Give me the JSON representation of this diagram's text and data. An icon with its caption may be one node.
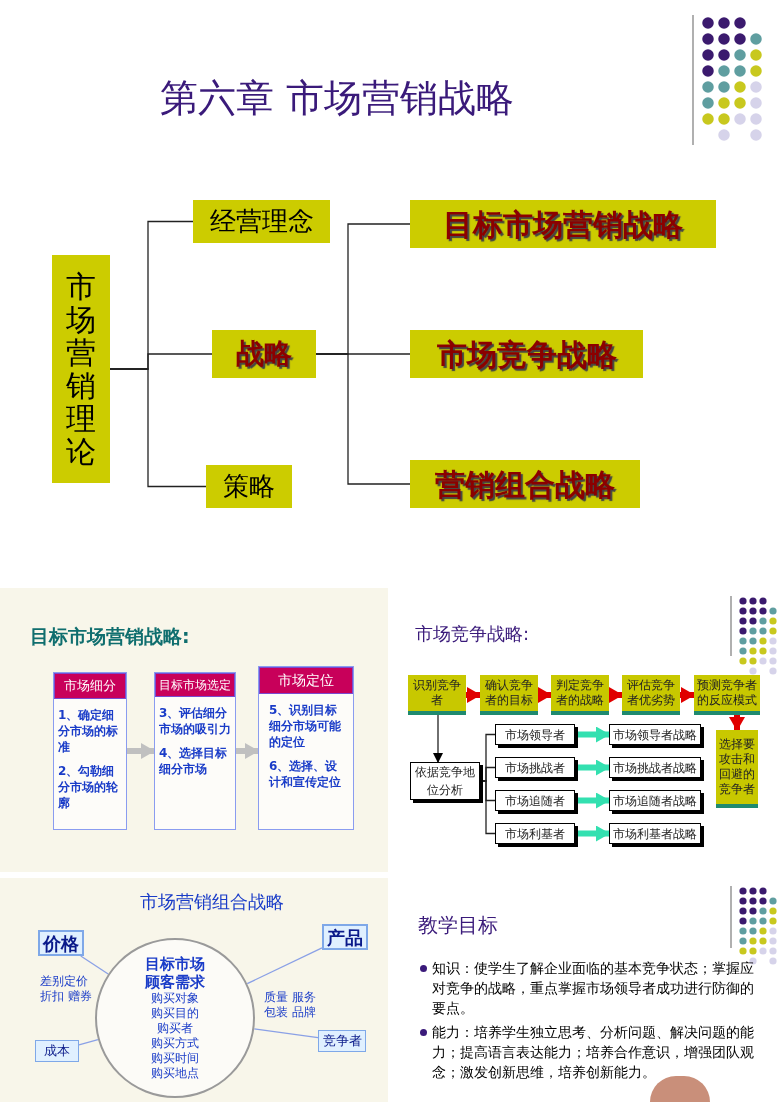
{
  "diagram": {
    "title": "第六章 市场营销战略",
    "nodes": [
      {
        "text": [
          "市场营销理论"
        ]
      },
      {
        "text": [
          "经营理念"
        ]
      },
      {
        "text": [
          "战略"
        ]
      },
      {
        "text": [
          "策略"
        ]
      },
      {
        "text": [
          "目标市场营销战略"
        ]
      },
      {
        "text": [
          "市场竞争战略"
        ]
      },
      {
        "text": [
          "营销组合战略"
        ]
      },
      {
        "text": [
          "市场细分",
          "1、确定细分市场的标准",
          "2、勾勒细分市场的轮廓"
        ]
      },
      {
        "text": [
          "目标市场选定",
          "3、评估细分市场的吸引力",
          "4、选择目标细分市场"
        ]
      },
      {
        "text": [
          "市场定位",
          "5、识别目标细分市场可能的定位",
          "6、选择、设计和宣传定位"
        ]
      },
      {
        "text": [
          "识别竞争者"
        ]
      },
      {
        "text": [
          "确认竞争者的目标"
        ]
      },
      {
        "text": [
          "判定竞争者的战略"
        ]
      },
      {
        "text": [
          "评估竞争者优劣势"
        ]
      },
      {
        "text": [
          "预测竞争者的反应模式"
        ]
      },
      {
        "text": [
          "选择要攻击和回避的竞争者"
        ]
      },
      {
        "text": [
          "依据竞争地位分析"
        ]
      },
      {
        "text": [
          "市场领导者"
        ]
      },
      {
        "text": [
          "市场挑战者"
        ]
      },
      {
        "text": [
          "市场追随者"
        ]
      },
      {
        "text": [
          "市场利基者"
        ]
      },
      {
        "text": [
          "市场领导者战略"
        ]
      },
      {
        "text": [
          "市场挑战者战略"
        ]
      },
      {
        "text": [
          "市场追随者战略"
        ]
      },
      {
        "text": [
          "市场利基者战略"
        ]
      },
      {
        "text": [
          "目标市场顾客需求",
          "购买对象",
          "购买目的",
          "购买者",
          "购买方式",
          "购买时间",
          "购买地点"
        ]
      },
      {
        "text": [
          "价格"
        ]
      },
      {
        "text": [
          "产品"
        ]
      },
      {
        "text": [
          "成本"
        ]
      },
      {
        "text": [
          "竞争者"
        ]
      }
    ],
    "edges": [
      {
        "from": 0,
        "to": 1,
        "arrow": "none"
      },
      {
        "from": 0,
        "to": 2,
        "arrow": "none"
      },
      {
        "from": 0,
        "to": 3,
        "arrow": "none"
      },
      {
        "from": 2,
        "to": 4,
        "arrow": "none"
      },
      {
        "from": 2,
        "to": 5,
        "arrow": "none"
      },
      {
        "from": 2,
        "to": 6,
        "arrow": "none"
      },
      {
        "from": 7,
        "to": 8,
        "arrow": "to",
        "style": "thick",
        "color": "#c0c0c0"
      },
      {
        "from": 8,
        "to": 9,
        "arrow": "to",
        "style": "thick",
        "color": "#c0c0c0"
      },
      {
        "from": 10,
        "to": 11,
        "arrow": "to",
        "style": "thick",
        "color": "#e00000"
      },
      {
        "from": 11,
        "to": 12,
        "arrow": "to",
        "style": "thick",
        "color": "#e00000"
      },
      {
        "from": 12,
        "to": 13,
        "arrow": "to",
        "style": "thick",
        "color": "#e00000"
      },
      {
        "from": 13,
        "to": 14,
        "arrow": "to",
        "style": "thick",
        "color": "#e00000"
      },
      {
        "from": 14,
        "to": 15,
        "arrow": "to",
        "style": "thick",
        "color": "#e00000"
      },
      {
        "from": 10,
        "to": 16,
        "arrow": "to"
      },
      {
        "from": 16,
        "to": 17,
        "arrow": "none"
      },
      {
        "from": 16,
        "to": 18,
        "arrow": "none"
      },
      {
        "from": 16,
        "to": 19,
        "arrow": "none"
      },
      {
        "from": 16,
        "to": 20,
        "arrow": "none"
      },
      {
        "from": 17,
        "to": 21,
        "arrow": "to",
        "style": "thick",
        "color": "#33e0b0"
      },
      {
        "from": 18,
        "to": 22,
        "arrow": "to",
        "style": "thick",
        "color": "#33e0b0"
      },
      {
        "from": 19,
        "to": 23,
        "arrow": "to",
        "style": "thick",
        "color": "#33e0b0"
      },
      {
        "from": 20,
        "to": 24,
        "arrow": "to",
        "style": "thick",
        "color": "#33e0b0"
      },
      {
        "from": 26,
        "to": 25,
        "arrow": "none",
        "color": "#8aa0e6"
      },
      {
        "from": 27,
        "to": 25,
        "arrow": "none",
        "color": "#8aa0e6"
      },
      {
        "from": 28,
        "to": 25,
        "arrow": "none",
        "color": "#8aa0e6"
      },
      {
        "from": 29,
        "to": 25,
        "arrow": "none",
        "color": "#8aa0e6"
      }
    ],
    "labels": [
      "目标市场营销战略:",
      "市场竞争战略:",
      "市场营销组合战略",
      "差别定价",
      "折扣 赠券",
      "质量 服务",
      "包装 品牌",
      "教学目标",
      "知识：使学生了解企业面临的基本竞争状态；掌握应对竞争的战略，重点掌握市场领导者成功进行防御的要点。",
      "能力：培养学生独立思考、分析问题、解决问题的能力；提高语言表达能力；培养合作意识，增强团队观念；激发创新思维，培养创新能力。"
    ]
  }
}
